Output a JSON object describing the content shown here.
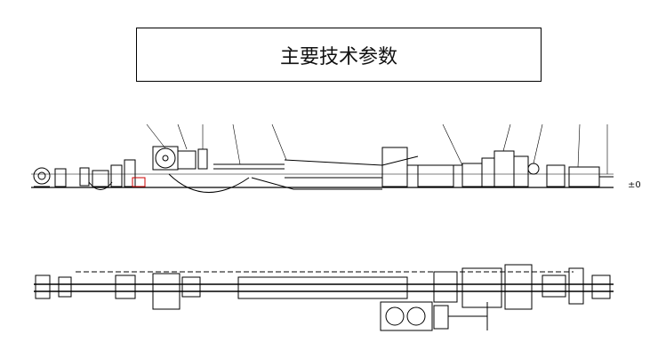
{
  "title": "主要技术参数",
  "side_labels": [
    "±0"
  ],
  "diagram": {
    "description_tags": [
      "elevation-view",
      "plan-view"
    ]
  }
}
